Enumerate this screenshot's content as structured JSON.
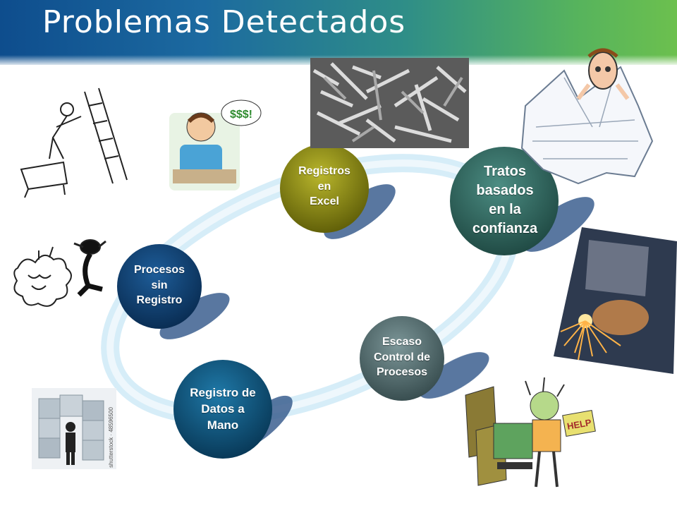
{
  "slide": {
    "title": "Problemas Detectados"
  },
  "nodes": [
    {
      "id": "registros-excel",
      "label": "Registros\nen\nExcel",
      "color": "#8a8a10"
    },
    {
      "id": "tratos-confianza",
      "label": "Tratos\nbasados\nen la\nconfianza",
      "color": "#2f6a62"
    },
    {
      "id": "procesos-sin-registro",
      "label": "Procesos\nsin\nRegistro",
      "color": "#0d3c6e"
    },
    {
      "id": "escaso-control",
      "label": "Escaso\nControl de\nProcesos",
      "color": "#4f6a6c"
    },
    {
      "id": "registro-manual",
      "label": "Registro de\nDatos a\nMano",
      "color": "#0e5078"
    }
  ],
  "illustrations": [
    {
      "icon": "person-on-ladder-sketch-icon"
    },
    {
      "icon": "stressed-man-money-icon"
    },
    {
      "icon": "shredded-paper-photo-icon"
    },
    {
      "icon": "man-buried-in-papers-icon"
    },
    {
      "icon": "frustrated-scribble-figure-icon"
    },
    {
      "icon": "welding-sparks-photo-icon"
    },
    {
      "icon": "man-with-box-stacks-icon"
    },
    {
      "icon": "overwhelmed-office-worker-help-icon"
    }
  ],
  "stock_watermark": "shutterstock · 48596500",
  "help_sign": "HELP",
  "money_bubble": "$$$!",
  "colors": {
    "ring": "#d6edf8",
    "shadow": "#3b5f8f"
  }
}
